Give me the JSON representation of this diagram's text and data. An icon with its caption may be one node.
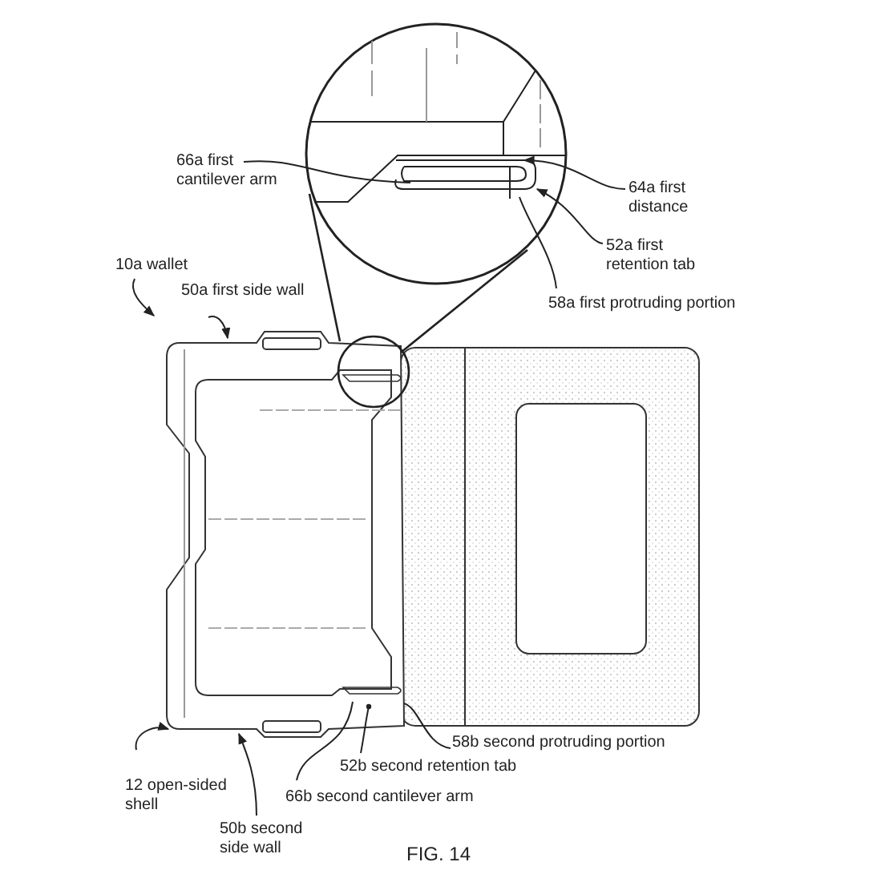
{
  "diagram": {
    "caption": "FIG. 14",
    "nodes": [
      {
        "text": [
          "66a first cantilever arm"
        ]
      },
      {
        "text": [
          "64a first distance"
        ]
      },
      {
        "text": [
          "52a first retention tab"
        ]
      },
      {
        "text": [
          "10a wallet"
        ]
      },
      {
        "text": [
          "50a first side wall"
        ]
      },
      {
        "text": [
          "58a first protruding portion"
        ]
      },
      {
        "text": [
          "58b second protruding portion"
        ]
      },
      {
        "text": [
          "52b second retention tab"
        ]
      },
      {
        "text": [
          "12 open-sided shell"
        ]
      },
      {
        "text": [
          "66b second cantilever arm"
        ]
      },
      {
        "text": [
          "50b second side wall"
        ]
      },
      {
        "text": [],
        "shape": "circle"
      },
      {
        "text": [],
        "shape": "picture"
      },
      {
        "text": [],
        "shape": "circle"
      }
    ],
    "edges": [
      {
        "from": 0,
        "to": 11,
        "arrow": "none"
      },
      {
        "from": 1,
        "to": 11,
        "arrow": "to"
      },
      {
        "from": 2,
        "to": 11,
        "arrow": "to"
      },
      {
        "from": 3,
        "to": 12,
        "arrow": "to"
      },
      {
        "from": 4,
        "to": 12,
        "arrow": "to"
      },
      {
        "from": 5,
        "to": 11,
        "arrow": "none"
      },
      {
        "from": 6,
        "to": 12,
        "arrow": "none"
      },
      {
        "from": 7,
        "to": 12,
        "arrow": "other"
      },
      {
        "from": 8,
        "to": 12,
        "arrow": "to"
      },
      {
        "from": 9,
        "to": 12,
        "arrow": "none"
      },
      {
        "from": 10,
        "to": 12,
        "arrow": "to"
      },
      {
        "from": 13,
        "to": 11,
        "arrow": "none"
      },
      {
        "from": 13,
        "to": 11,
        "arrow": "none"
      }
    ]
  }
}
